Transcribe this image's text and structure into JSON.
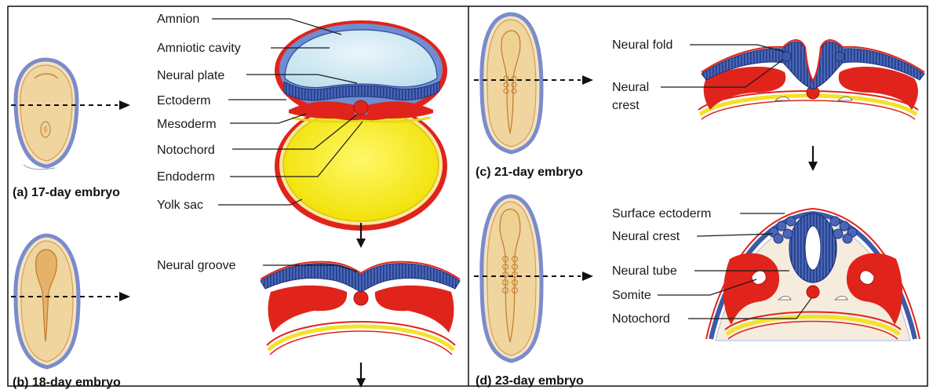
{
  "panels": {
    "a": {
      "caption": "(a)  17-day embryo",
      "labels": {
        "amnion": "Amnion",
        "amniotic_cavity": "Amniotic cavity",
        "neural_plate": "Neural plate",
        "ectoderm": "Ectoderm",
        "mesoderm": "Mesoderm",
        "notochord": "Notochord",
        "endoderm": "Endoderm",
        "yolk_sac": "Yolk sac"
      }
    },
    "b": {
      "caption": "(b)  18-day embryo",
      "labels": {
        "neural_groove": "Neural groove"
      }
    },
    "c": {
      "caption": "(c)  21-day embryo",
      "labels": {
        "neural_fold": "Neural fold",
        "neural_crest_line1": "Neural",
        "neural_crest_line2": "crest"
      }
    },
    "d": {
      "caption": "(d)  23-day embryo",
      "labels": {
        "surface_ectoderm": "Surface ectoderm",
        "neural_crest": "Neural crest",
        "neural_tube": "Neural tube",
        "somite": "Somite",
        "notochord": "Notochord"
      }
    }
  },
  "colors": {
    "ectoderm_blue": "#3d5aa8",
    "mesoderm_red": "#e0241b",
    "amnion_fill": "#d4ecf6",
    "yolk_fill": "#f6ec10",
    "endoderm_yellow": "#f2e22a",
    "embryo_skin": "#f1d7a5"
  }
}
